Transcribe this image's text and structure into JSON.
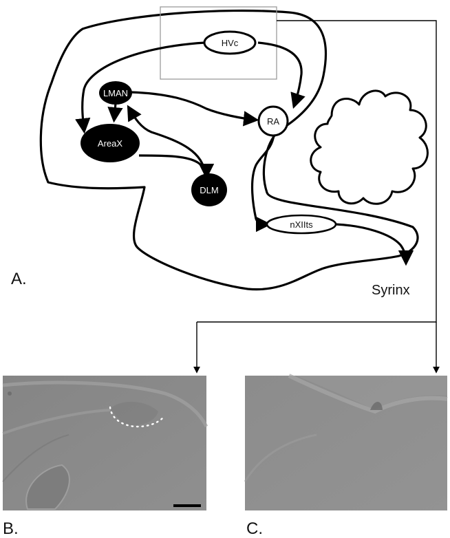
{
  "nuclei": {
    "hvc": "HVc",
    "lman": "LMAN",
    "areax": "AreaX",
    "ra": "RA",
    "dlm": "DLM",
    "nxiits": "nXIIts"
  },
  "output_label": "Syrinx",
  "panel_labels": {
    "a": "A.",
    "b": "B.",
    "c": "C."
  },
  "colors": {
    "line": "#000000",
    "filled_nucleus": "#000000",
    "open_nucleus": "#ffffff",
    "inset_box": "#9a9a9a",
    "micrograph_gray": "#8a8a8a"
  }
}
